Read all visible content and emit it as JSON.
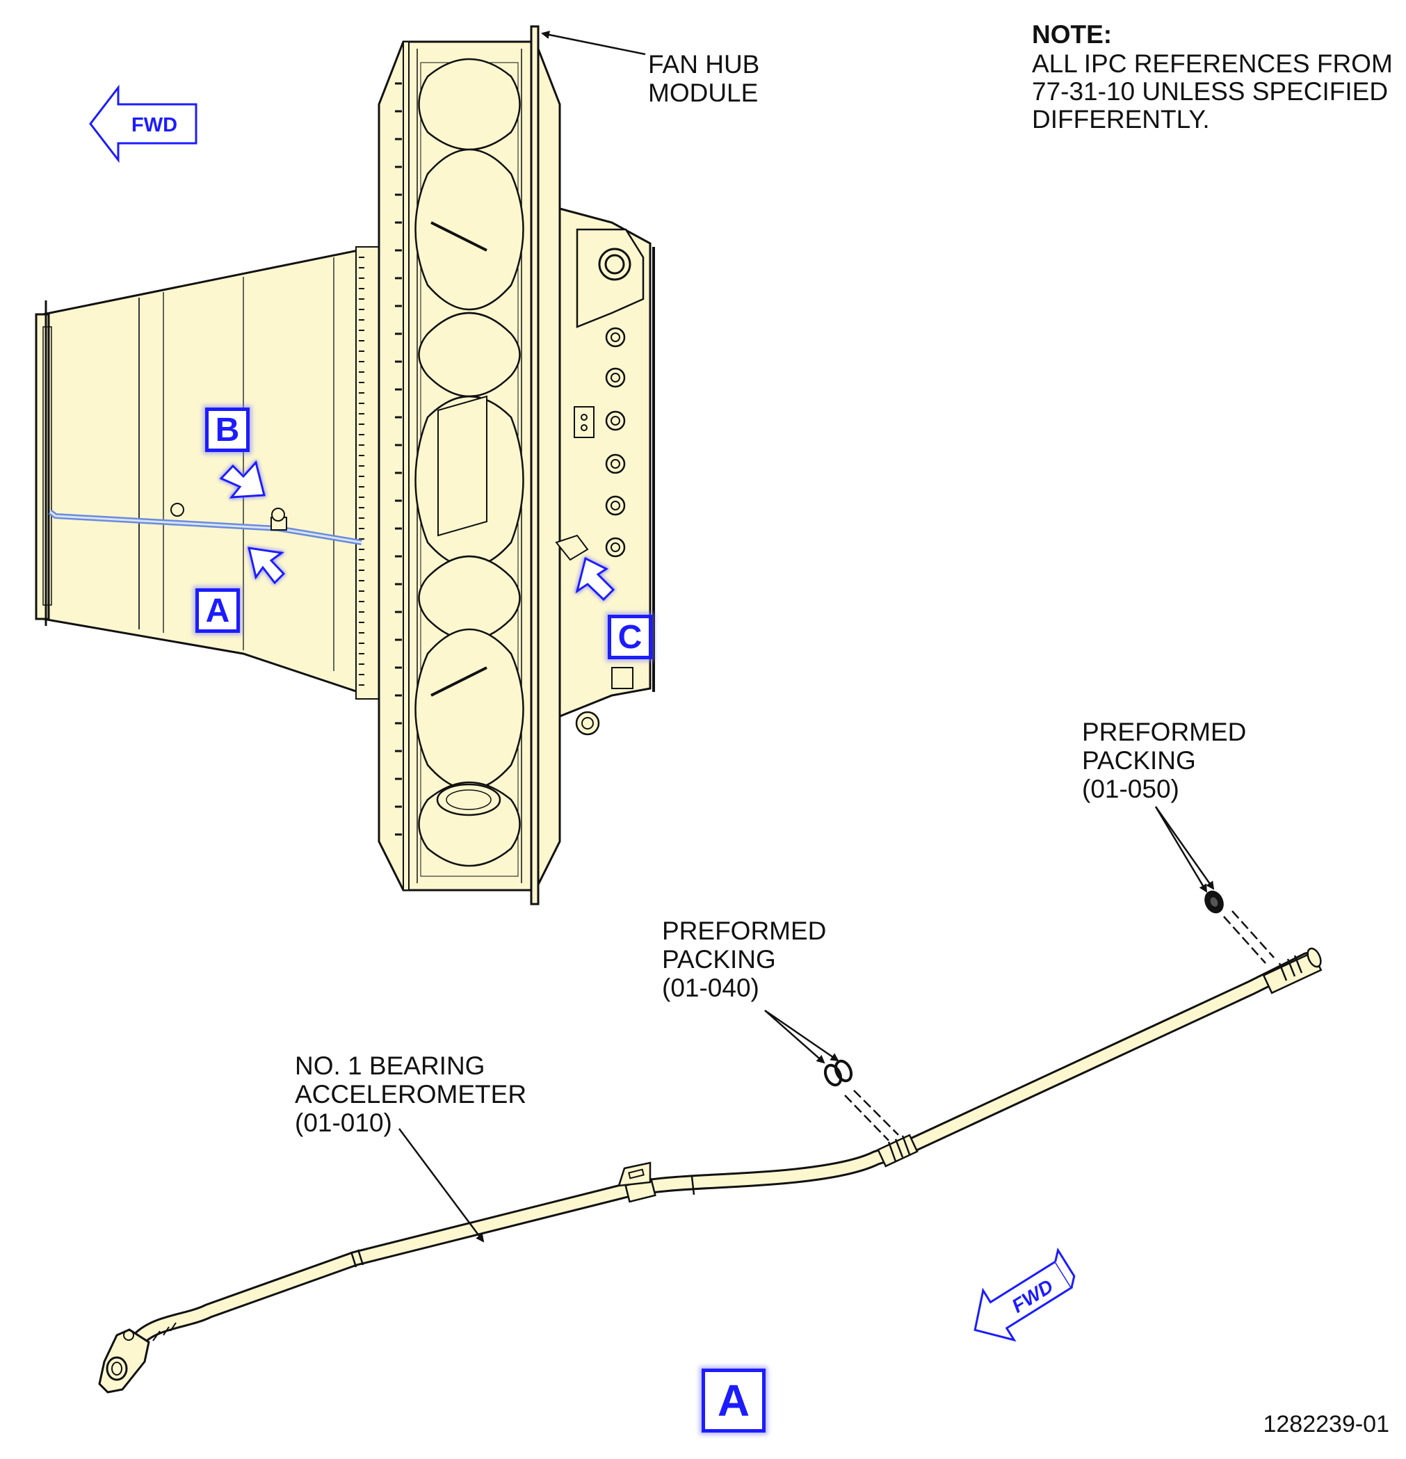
{
  "note": {
    "title": "NOTE:",
    "lines": [
      "ALL IPC REFERENCES FROM",
      "77-31-10 UNLESS SPECIFIED",
      "DIFFERENTLY."
    ]
  },
  "labels": {
    "fan_hub": [
      "FAN HUB",
      "MODULE"
    ],
    "packing_050": [
      "PREFORMED",
      "PACKING",
      "(01-050)"
    ],
    "packing_040": [
      "PREFORMED",
      "PACKING",
      "(01-040)"
    ],
    "accelerometer": [
      "NO. 1 BEARING",
      "ACCELEROMETER",
      "(01-010)"
    ]
  },
  "view_markers": {
    "a_top": "A",
    "b": "B",
    "c": "C",
    "a_detail": "A"
  },
  "fwd_top": "FWD",
  "fwd_detail": "FWD",
  "figure_id": "1282239-01",
  "colors": {
    "part_fill": "#fcf7cf",
    "marker_blue": "#1c1cff",
    "line": "#111111"
  }
}
